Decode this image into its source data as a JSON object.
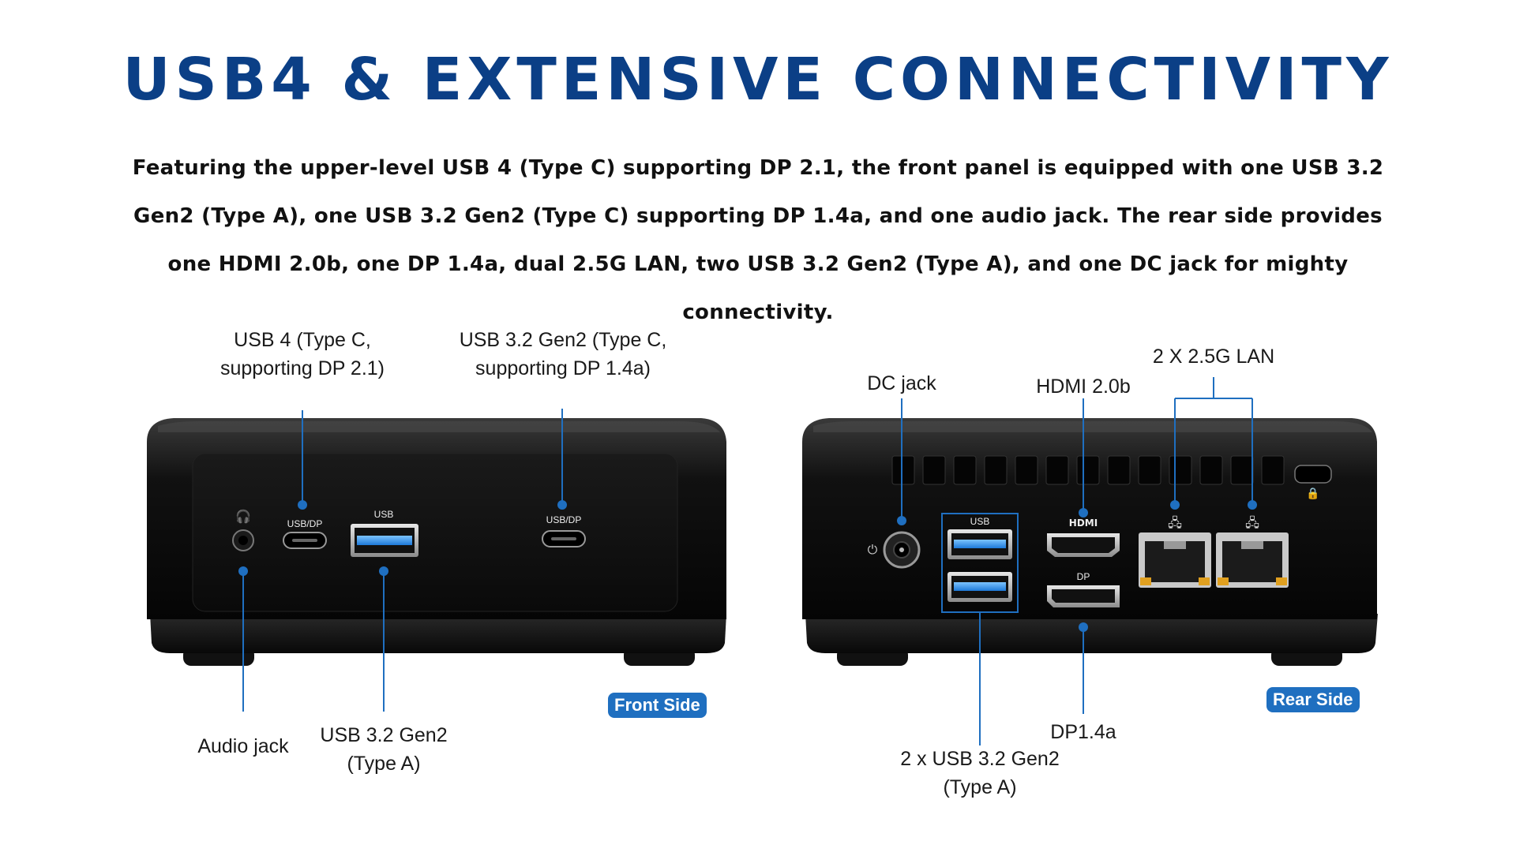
{
  "title": "USB4 & EXTENSIVE CONNECTIVITY",
  "description": "Featuring the upper-level USB 4 (Type C) supporting DP 2.1, the front panel is equipped with one USB 3.2 Gen2 (Type A), one USB 3.2 Gen2 (Type C) supporting DP 1.4a, and one audio jack. The rear side provides one HDMI 2.0b, one DP 1.4a, dual 2.5G LAN, two USB 3.2 Gen2 (Type A), and one DC jack for mighty connectivity.",
  "front": {
    "badge": "Front Side",
    "callouts": {
      "usb4_line1": "USB 4 (Type C,",
      "usb4_line2": "supporting DP 2.1)",
      "usbc_line1": "USB 3.2 Gen2 (Type C,",
      "usbc_line2": "supporting DP 1.4a)",
      "audio": "Audio jack",
      "usba_line1": "USB 3.2 Gen2",
      "usba_line2": "(Type A)"
    },
    "port_labels": {
      "usb4": "USB/DP",
      "usba": "USB",
      "usbc": "USB/DP"
    }
  },
  "rear": {
    "badge": "Rear Side",
    "callouts": {
      "dc": "DC jack",
      "hdmi": "HDMI 2.0b",
      "lan": "2 X 2.5G LAN",
      "dp": "DP1.4a",
      "usb_line1": "2 x USB 3.2 Gen2",
      "usb_line2": "(Type A)"
    },
    "port_labels": {
      "usb": "USB",
      "hdmi": "HDMI",
      "dp": "DP"
    }
  },
  "colors": {
    "title": "#0b3f86",
    "accent": "#1f6fc0",
    "device": "#0c0c0c",
    "usb_blue": "#2f8fe0"
  }
}
